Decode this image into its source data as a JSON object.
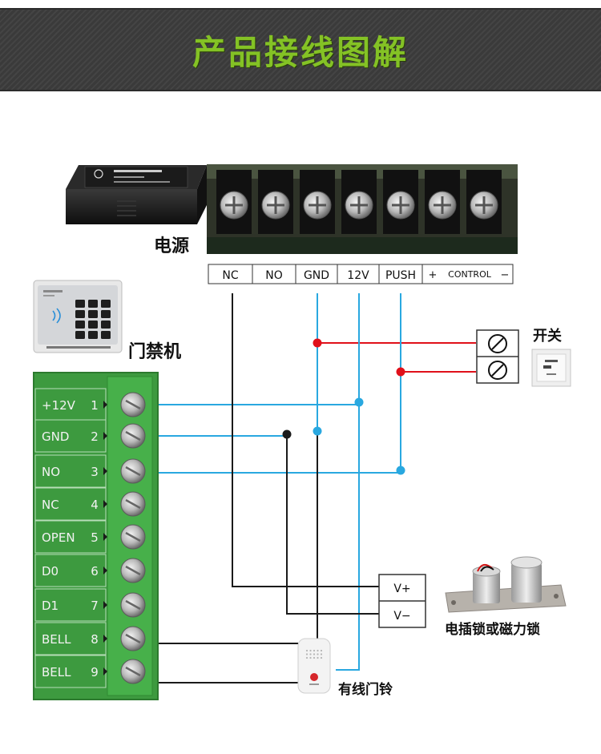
{
  "header": {
    "title": "产品接线图解"
  },
  "labels": {
    "power_supply": "电源",
    "access_controller": "门禁机",
    "exit_switch": "开关",
    "lock": "电插锁或磁力锁",
    "doorbell": "有线门铃"
  },
  "power_terminals": [
    "NC",
    "NO",
    "GND",
    "12V",
    "PUSH"
  ],
  "control_terminal": {
    "plus": "+",
    "label": "CONTROL",
    "minus": "−"
  },
  "controller_terminals": [
    {
      "name": "+12V",
      "num": "1"
    },
    {
      "name": "GND",
      "num": "2"
    },
    {
      "name": "NO",
      "num": "3"
    },
    {
      "name": "NC",
      "num": "4"
    },
    {
      "name": "OPEN",
      "num": "5"
    },
    {
      "name": "D0",
      "num": "6"
    },
    {
      "name": "D1",
      "num": "7"
    },
    {
      "name": "BELL",
      "num": "8"
    },
    {
      "name": "BELL",
      "num": "9"
    }
  ],
  "lock_terminals": {
    "vplus": "V+",
    "vminus": "V−"
  },
  "colors": {
    "blue": "#29a8e0",
    "red": "#e0101a",
    "black": "#1a1a1a",
    "green_board": "#3d9a3f",
    "title_green": "#84c225"
  }
}
